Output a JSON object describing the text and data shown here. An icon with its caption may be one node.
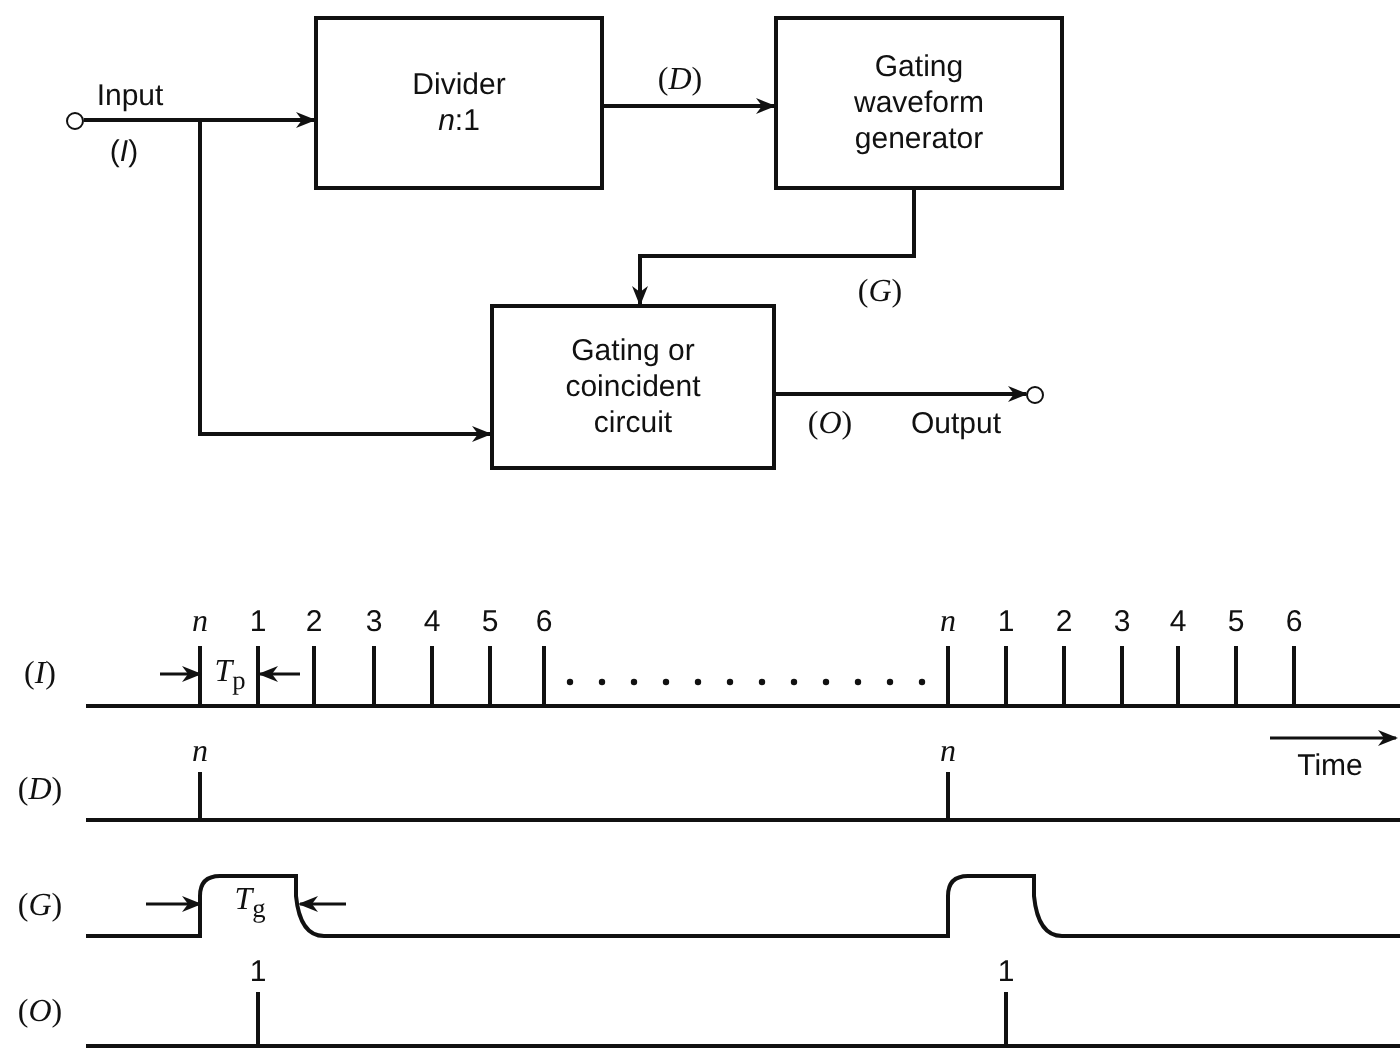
{
  "diagram": {
    "nodes": [
      {
        "text": [],
        "shape": "circle",
        "beside": [
          "Input",
          "(*I*)"
        ]
      },
      {
        "text": [
          "Divider",
          "*n*:1"
        ]
      },
      {
        "text": [
          "Gating waveform generator"
        ]
      },
      {
        "text": [
          "Gating or coincident circuit"
        ]
      },
      {
        "text": [],
        "shape": "circle",
        "beside": [
          "Output"
        ]
      }
    ],
    "edges": [
      {
        "from": 0,
        "to": 1,
        "arrow": "to"
      },
      {
        "from": 0,
        "to": 3,
        "arrow": "to"
      },
      {
        "from": 1,
        "to": 2,
        "arrow": "to",
        "label": "(*D*)"
      },
      {
        "from": 2,
        "to": 3,
        "arrow": "to",
        "label": "(*G*)"
      },
      {
        "from": 3,
        "to": 4,
        "arrow": "to",
        "label": "(*O*)"
      }
    ],
    "labels": [
      "(*I*)",
      "n",
      "1",
      "2",
      "3",
      "4",
      "5",
      "6",
      "*T*$_{p}$",
      "n",
      "1",
      "2",
      "3",
      "4",
      "5",
      "6",
      "(*D*)",
      "n",
      "n",
      "Time",
      "(*G*)",
      "*T*$_{g}$",
      "(*O*)",
      "1",
      "1"
    ]
  }
}
